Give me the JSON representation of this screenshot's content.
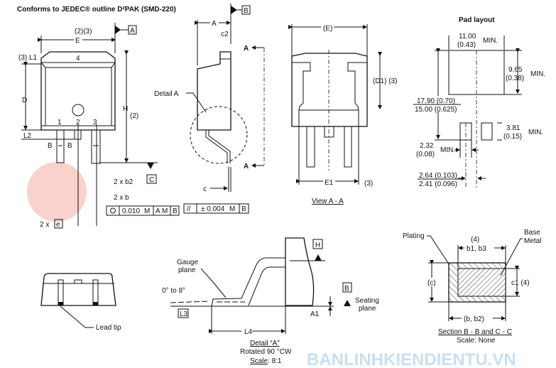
{
  "title": "Conforms to JEDEC® outline D²PAK (SMD-220)",
  "front_view": {
    "e_note": "(2)(3)",
    "e_label": "E",
    "datum_a": "A",
    "l1_label": "(3) L1",
    "tab_label": "4",
    "d_label": "D",
    "h_label": "H",
    "h_note": "(2)",
    "pin1": "1",
    "pin2": "2",
    "pin3": "3",
    "l2_label": "L2",
    "section_b_left": "B",
    "section_b_right": "B",
    "datum_c": "C",
    "b2_label": "2 x b2",
    "b_label": "2 x b",
    "e_pitch_prefix": "2 x",
    "e_pitch": "e",
    "fcf": {
      "tolerance": "0.010",
      "mod1": "M",
      "datum1": "A",
      "mod2": "M",
      "datum2": "B"
    }
  },
  "side_view": {
    "datum_b": "B",
    "a_label": "A",
    "c2_label": "c2",
    "detail_label": "Detail A",
    "section_a_top": "A",
    "section_a_bottom": "A",
    "c_label": "c",
    "fcf": {
      "symbol": "//",
      "tolerance": "± 0.004",
      "mod": "M",
      "datum": "B"
    }
  },
  "view_aa": {
    "e_label": "(E)",
    "d1_label": "(D1) (3)",
    "e1_label": "E1",
    "e1_note": "(3)",
    "caption": "View A - A"
  },
  "pad_layout": {
    "title": "Pad layout",
    "width_mm": "11.00",
    "width_in": "(0.43)",
    "min1": "MIN.",
    "height_mm": "9.65",
    "height_in": "(0.38)",
    "min2": "MIN.",
    "total_max": "17.90 (0.70)",
    "total_min": "15.00 (0.625)",
    "pad_h_mm": "3.81",
    "pad_h_in": "(0.15)",
    "min3": "MIN.",
    "pad_w_mm": "2.32",
    "pad_w_in": "(0.08)",
    "min4": "MIN.",
    "pitch_max": "2.64 (0.103)",
    "pitch_min": "2.41 (0.096)"
  },
  "lead_tip": {
    "label": "Lead tip"
  },
  "detail_a": {
    "datum_h": "H",
    "datum_b": "B",
    "gauge_1": "Gauge",
    "gauge_2": "plane",
    "angle": "0° to 8°",
    "l3_label": "L3",
    "a1_label": "A1",
    "seating_1": "Seating",
    "seating_2": "plane",
    "l4_label": "L4",
    "caption": "Detail “A”",
    "rotation": "Rotated 90 °CW",
    "scale_label": "Scale",
    "scale_value": ": 8:1"
  },
  "section_bb": {
    "plating": "Plating",
    "base_1": "Base",
    "base_2": "Metal",
    "note4": "(4)",
    "b1b3": "b1, b3",
    "c_label": "(c)",
    "c1_label": "c1 (4)",
    "bb2_label": "(b, b2)",
    "caption": "Section B - B and C - C",
    "scale": "Scale: None"
  },
  "watermark": "BANLINHKIENDIENTU.VN"
}
